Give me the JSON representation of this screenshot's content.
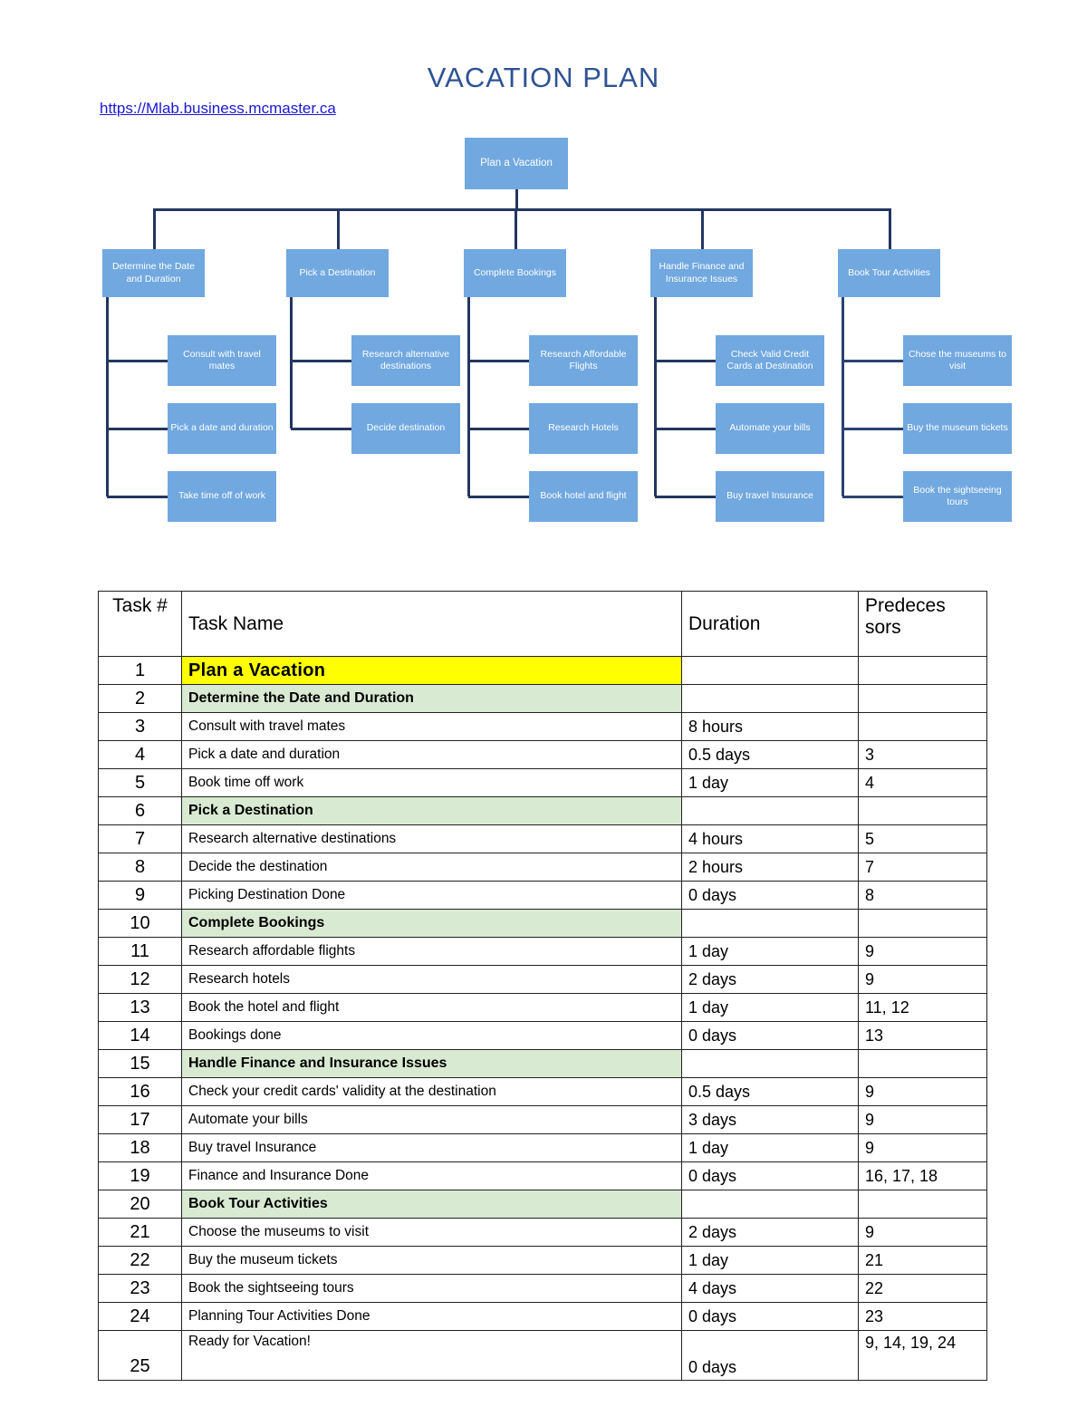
{
  "document": {
    "title": "VACATION PLAN",
    "link": "https://Mlab.business.mcmaster.ca"
  },
  "org_chart": {
    "root": {
      "label": "Plan a Vacation"
    },
    "branches": [
      {
        "label": "Determine the Date and Duration",
        "children": [
          "Consult with travel mates",
          "Pick a date and duration",
          "Take time off of work"
        ]
      },
      {
        "label": "Pick a Destination",
        "children": [
          "Research alternative destinations",
          "Decide destination"
        ]
      },
      {
        "label": "Complete Bookings",
        "children": [
          "Research Affordable Flights",
          "Research Hotels",
          "Book hotel and flight"
        ]
      },
      {
        "label": "Handle Finance and Insurance Issues",
        "children": [
          "Check Valid Credit Cards at Destination",
          "Automate your bills",
          "Buy travel Insurance"
        ]
      },
      {
        "label": "Book Tour Activities",
        "children": [
          "Chose the museums to visit",
          "Buy the museum tickets",
          "Book the sightseeing tours"
        ]
      }
    ]
  },
  "table": {
    "headers": {
      "task_number": "Task #",
      "task_name": "Task Name",
      "duration": "Duration",
      "predecessors": "Predeces sors"
    },
    "rows": [
      {
        "num": "1",
        "name": "Plan a Vacation",
        "duration": "",
        "predecessors": "",
        "style": "yellow"
      },
      {
        "num": "2",
        "name": "Determine the Date and Duration",
        "duration": "",
        "predecessors": "",
        "style": "green"
      },
      {
        "num": "3",
        "name": "Consult with travel mates",
        "duration": "8 hours",
        "predecessors": "",
        "style": "plain"
      },
      {
        "num": "4",
        "name": "Pick a date and duration",
        "duration": "0.5 days",
        "predecessors": "3",
        "style": "plain"
      },
      {
        "num": "5",
        "name": "Book time off work",
        "duration": "1 day",
        "predecessors": "4",
        "style": "plain"
      },
      {
        "num": "6",
        "name": "Pick a Destination",
        "duration": "",
        "predecessors": "",
        "style": "green"
      },
      {
        "num": "7",
        "name": "Research alternative destinations",
        "duration": "4 hours",
        "predecessors": "5",
        "style": "plain"
      },
      {
        "num": "8",
        "name": "Decide the destination",
        "duration": "2 hours",
        "predecessors": "7",
        "style": "plain"
      },
      {
        "num": "9",
        "name": "Picking Destination Done",
        "duration": "0 days",
        "predecessors": "8",
        "style": "plain"
      },
      {
        "num": "10",
        "name": "Complete Bookings",
        "duration": "",
        "predecessors": "",
        "style": "green"
      },
      {
        "num": "11",
        "name": "Research affordable flights",
        "duration": "1 day",
        "predecessors": "9",
        "style": "plain"
      },
      {
        "num": "12",
        "name": "Research hotels",
        "duration": "2 days",
        "predecessors": "9",
        "style": "plain"
      },
      {
        "num": "13",
        "name": "Book the hotel and flight",
        "duration": "1 day",
        "predecessors": "11, 12",
        "style": "plain"
      },
      {
        "num": "14",
        "name": "Bookings done",
        "duration": "0 days",
        "predecessors": "13",
        "style": "plain"
      },
      {
        "num": "15",
        "name": "Handle Finance and Insurance Issues",
        "duration": "",
        "predecessors": "",
        "style": "green"
      },
      {
        "num": "16",
        "name": "Check your credit cards' validity at the destination",
        "duration": "0.5 days",
        "predecessors": "9",
        "style": "plain"
      },
      {
        "num": "17",
        "name": "Automate your bills",
        "duration": "3 days",
        "predecessors": "9",
        "style": "plain"
      },
      {
        "num": "18",
        "name": "Buy travel Insurance",
        "duration": "1 day",
        "predecessors": "9",
        "style": "plain"
      },
      {
        "num": "19",
        "name": "Finance and Insurance Done",
        "duration": "0 days",
        "predecessors": "16, 17, 18",
        "style": "plain"
      },
      {
        "num": "20",
        "name": "Book Tour Activities",
        "duration": "",
        "predecessors": "",
        "style": "green"
      },
      {
        "num": "21",
        "name": "Choose the museums to visit",
        "duration": "2 days",
        "predecessors": "9",
        "style": "plain"
      },
      {
        "num": "22",
        "name": "Buy the museum tickets",
        "duration": "1 day",
        "predecessors": "21",
        "style": "plain"
      },
      {
        "num": "23",
        "name": "Book the sightseeing tours",
        "duration": "4 days",
        "predecessors": "22",
        "style": "plain"
      },
      {
        "num": "24",
        "name": "Planning Tour Activities Done",
        "duration": "0 days",
        "predecessors": "23",
        "style": "plain"
      },
      {
        "num": "25",
        "name": "Ready for Vacation!",
        "duration": "0 days",
        "predecessors": "9, 14, 19, 24",
        "style": "tall"
      }
    ]
  },
  "colors": {
    "node_fill": "#71A8DF",
    "connector": "#22365F",
    "highlight_yellow": "#FFFF00",
    "summary_green": "#D9EAD3",
    "title_blue": "#2E5395",
    "link_blue": "#1a18d6"
  }
}
